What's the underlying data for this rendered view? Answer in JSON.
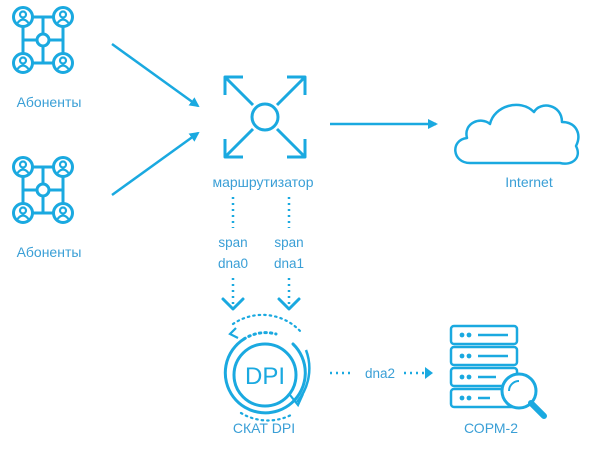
{
  "colors": {
    "accent": "#1aa9e0",
    "label": "#3a9fd6",
    "icon_fill": "#ffffff"
  },
  "nodes": {
    "subscribers_top": {
      "label": "Абоненты",
      "icon": "subscribers-network-icon"
    },
    "subscribers_bottom": {
      "label": "Абоненты",
      "icon": "subscribers-network-icon"
    },
    "router": {
      "label": "маршрутизатор",
      "icon": "router-arrows-icon"
    },
    "internet": {
      "label": "Internet",
      "icon": "cloud-icon"
    },
    "dpi": {
      "label": "СКАТ DPI",
      "icon": "dpi-circle-icon",
      "badge": "DPI"
    },
    "sorm": {
      "label": "СОРМ-2",
      "icon": "server-search-icon"
    }
  },
  "links": {
    "span_left": {
      "line1": "span",
      "line2": "dna0"
    },
    "span_right": {
      "line1": "span",
      "line2": "dna1"
    },
    "dpi_to_sorm": {
      "label": "dna2"
    }
  }
}
